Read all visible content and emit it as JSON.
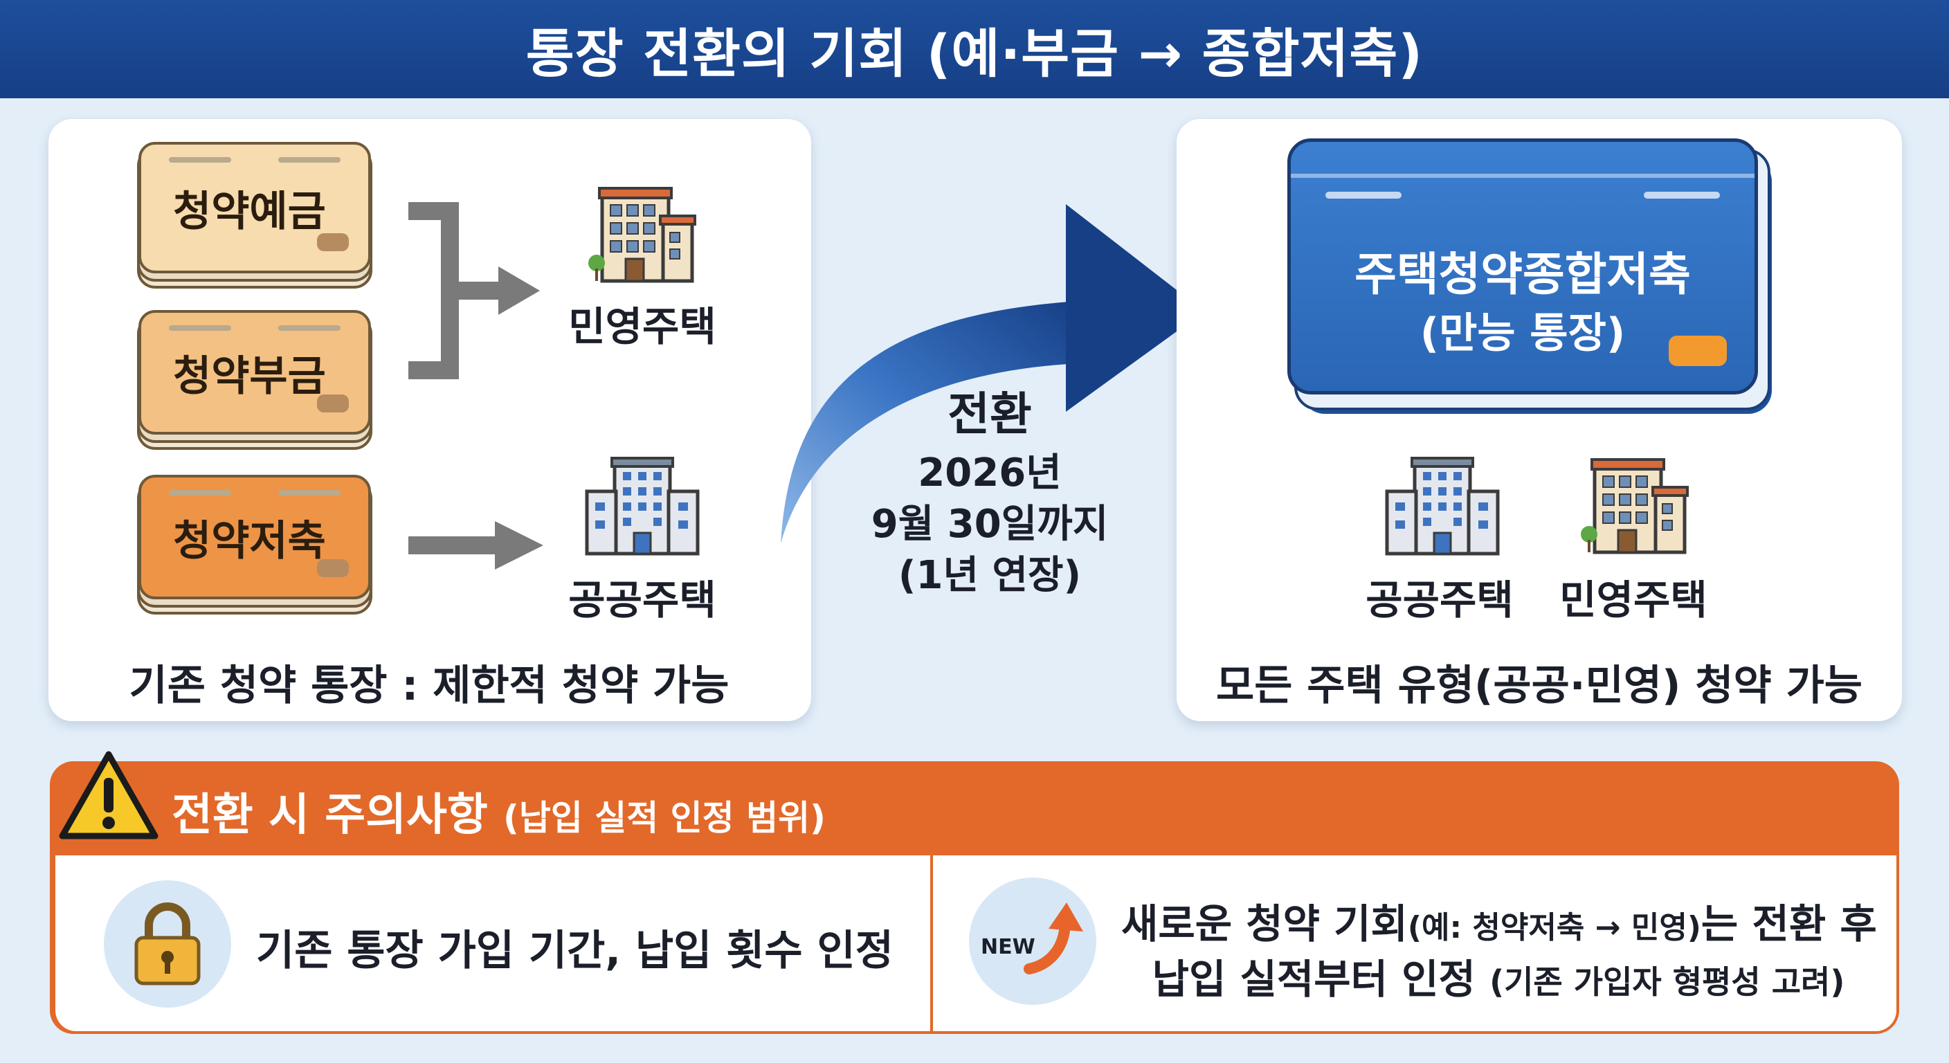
{
  "header": {
    "title": "통장 전환의 기회 (예·부금 → 종합저축)"
  },
  "left_panel": {
    "books": [
      {
        "label": "청약예금",
        "color": "#f6dcae"
      },
      {
        "label": "청약부금",
        "color": "#f4c184"
      },
      {
        "label": "청약저축",
        "color": "#ee9446"
      }
    ],
    "targets": [
      "민영주택",
      "공공주택"
    ],
    "caption": "기존 청약 통장 : 제한적 청약 가능"
  },
  "transition": {
    "title": "전환",
    "line1": "2026년",
    "line2": "9월 30일까지",
    "line3": "(1년 연장)"
  },
  "right_panel": {
    "card_title": "주택청약종합저축",
    "card_subtitle": "(만능 통장)",
    "targets": [
      "공공주택",
      "민영주택"
    ],
    "caption": "모든 주택 유형(공공·민영) 청약 가능"
  },
  "caution": {
    "title": "전환 시 주의사항",
    "subtitle": "(납입 실적 인정 범위)",
    "left_text": "기존 통장 가입 기간, 납입 횟수 인정",
    "new_badge": "NEW",
    "right_line1_main": "새로운 청약 기회",
    "right_line1_small": "(예: 청약저축 → 민영)",
    "right_line1_end": "는 전환 후",
    "right_line2_main": "납입 실적부터 인정",
    "right_line2_small": "(기존 가입자 형평성 고려)"
  },
  "icons": [
    "warning-icon",
    "lock-icon",
    "new-arrow-icon",
    "apartment-icon",
    "office-building-icon",
    "transition-arrow-icon"
  ],
  "colors": {
    "header": "#1b4693",
    "caution": "#e2692a",
    "card": "#2f6fc0",
    "arrow": "#1e4f9c"
  }
}
